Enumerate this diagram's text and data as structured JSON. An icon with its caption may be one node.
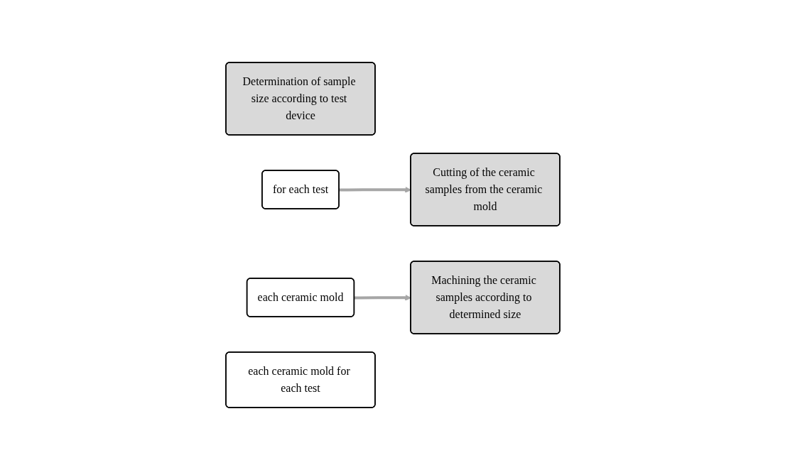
{
  "diagram": {
    "nodes": [
      {
        "text": [
          "Determination of sample size according to test device"
        ]
      },
      {
        "text": [
          "for each test"
        ]
      },
      {
        "text": [
          "Cutting of the ceramic samples from the ceramic mold"
        ]
      },
      {
        "text": [
          "each ceramic mold"
        ]
      },
      {
        "text": [
          "Machining the ceramic samples according to determined size"
        ]
      },
      {
        "text": [
          "each ceramic mold for each test"
        ]
      }
    ],
    "edges": [
      {
        "from": 1,
        "to": 2,
        "arrow": "to",
        "color": "#a6a6a6"
      },
      {
        "from": 3,
        "to": 4,
        "arrow": "to",
        "color": "#a6a6a6"
      }
    ]
  }
}
